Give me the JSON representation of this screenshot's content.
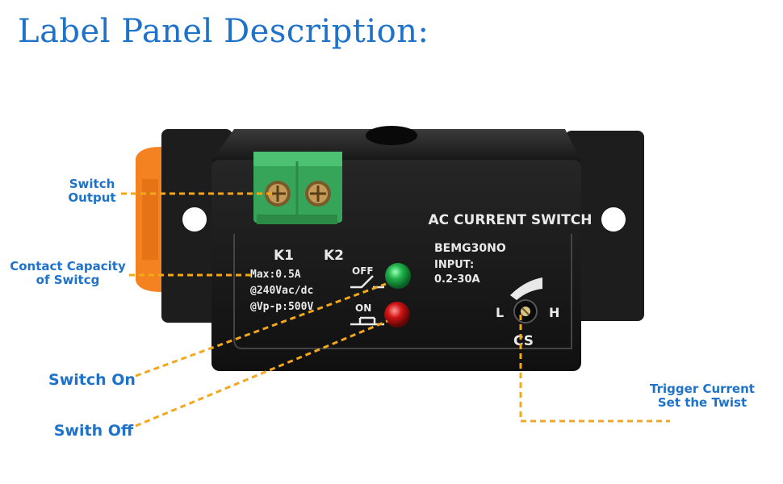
{
  "heading": "Label Panel Description:",
  "callouts": {
    "switch_output": [
      "Switch",
      "Output"
    ],
    "contact_capacity": [
      "Contact Capacity",
      "of Switcg"
    ],
    "switch_on": "Switch On",
    "switch_off": "Swith Off",
    "trigger_current": [
      "Trigger Current",
      "Set the Twist"
    ]
  },
  "device_label": {
    "title": "AC CURRENT SWITCH",
    "model": "BEMG30NO",
    "input_label": "INPUT:",
    "input_range": "0.2-30A",
    "k1": "K1",
    "k2": "K2",
    "max_rating": "Max:0.5A",
    "voltage": "@240Vac/dc",
    "vpp": "@Vp-p:500V",
    "off_label": "OFF",
    "on_label": "ON",
    "dial_low": "L",
    "dial_high": "H",
    "dial_name": "CS"
  },
  "colors": {
    "heading": "#1f72c9",
    "leader": "#f2a81d",
    "led_green": "#1fb24a",
    "led_red": "#d11414",
    "terminal": "#3aa85a",
    "housing": "#1a1a1a",
    "bracket": "#f58220"
  }
}
